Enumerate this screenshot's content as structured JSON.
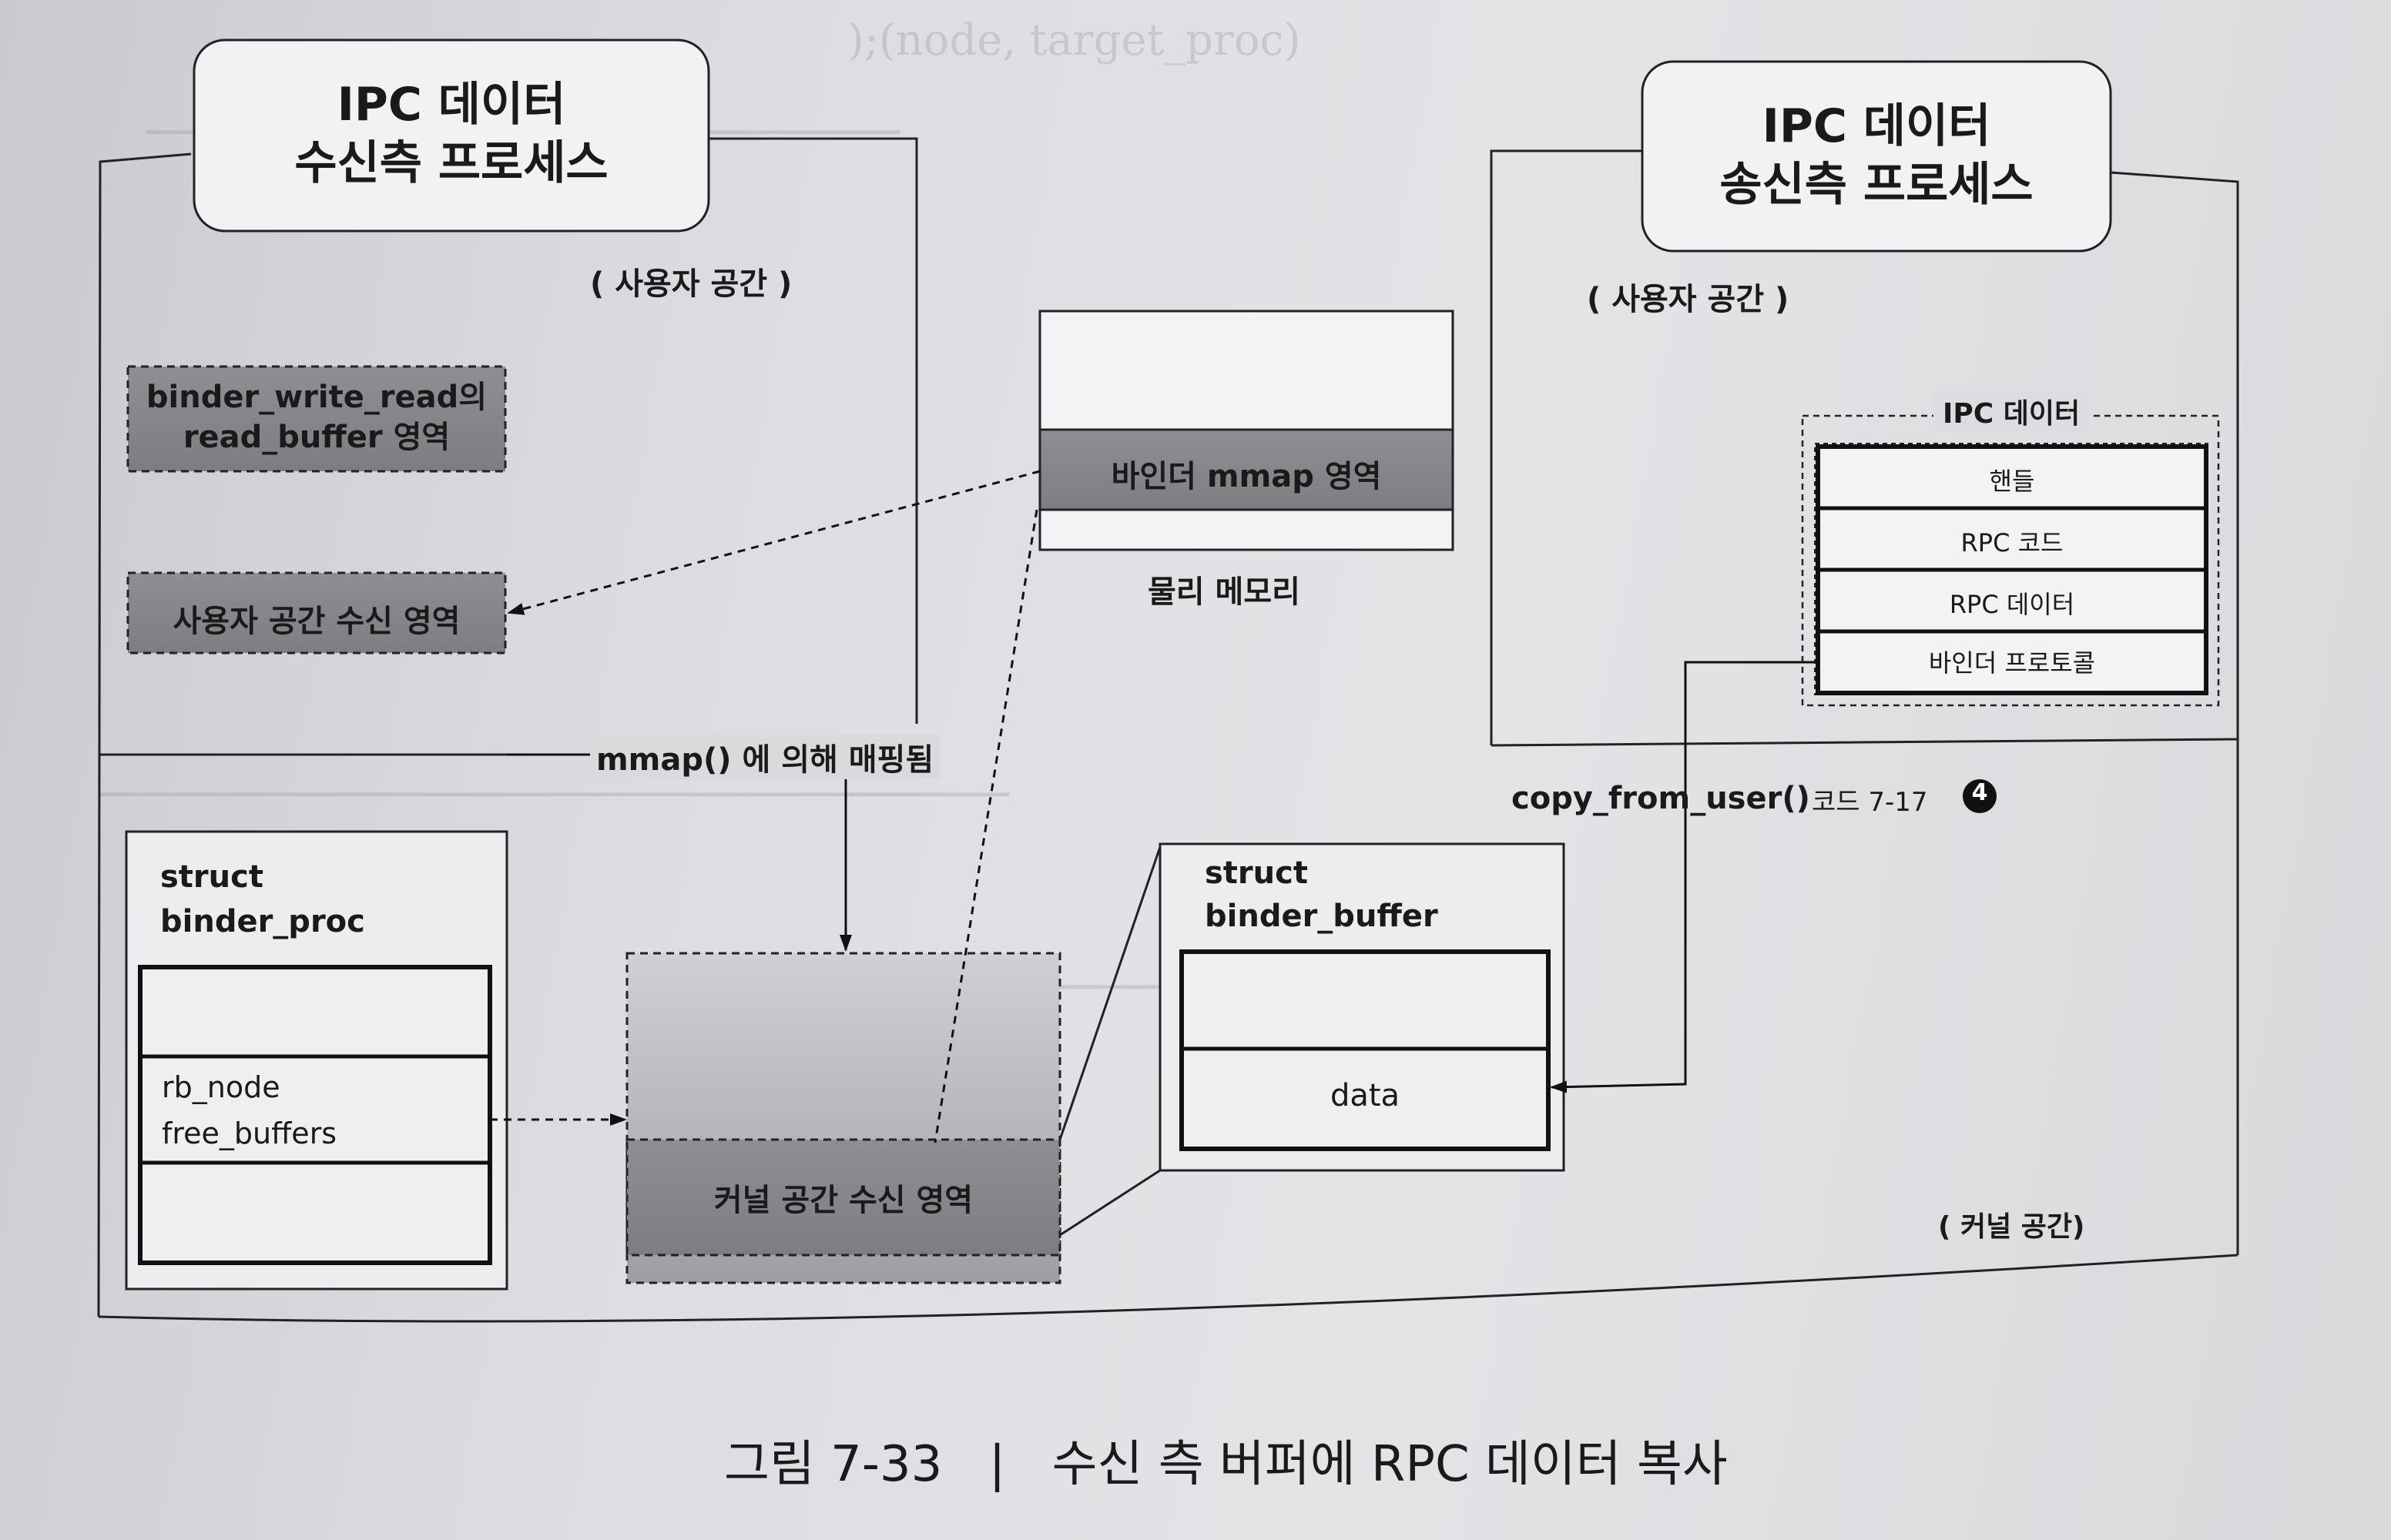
{
  "receiver": {
    "title_line1": "IPC 데이터",
    "title_line2": "수신측 프로세스",
    "user_space_label": "( 사용자 공간 )",
    "read_buffer_line1": "binder_write_read의",
    "read_buffer_line2": "read_buffer 영역",
    "user_recv_area": "사용자 공간 수신 영역"
  },
  "sender": {
    "title_line1": "IPC 데이터",
    "title_line2": "송신측 프로세스",
    "user_space_label": "( 사용자 공간 )",
    "ipc_data_label": "IPC 데이터",
    "ipc_data_fields": [
      "핸들",
      "RPC 코드",
      "RPC 데이터",
      "바인더 프로토콜"
    ]
  },
  "physical": {
    "mmap_area": "바인더 mmap 영역",
    "label": "물리 메모리"
  },
  "mapping_label": "mmap() 에 의해 매핑됨",
  "copy": {
    "function": "copy_from_user()",
    "code_ref": "코드 7-17",
    "step": "4"
  },
  "kernel": {
    "binder_proc_line1": "struct",
    "binder_proc_line2": "binder_proc",
    "rb_node": "rb_node",
    "free_buffers": "free_buffers",
    "kernel_recv_area": "커널 공간 수신 영역",
    "binder_buffer_line1": "struct",
    "binder_buffer_line2": "binder_buffer",
    "data_field": "data",
    "kernel_space_label": "( 커널 공간)"
  },
  "caption": {
    "figure_number": "그림 7-33",
    "separator": "|",
    "text": "수신 측 버퍼에 RPC 데이터 복사"
  }
}
